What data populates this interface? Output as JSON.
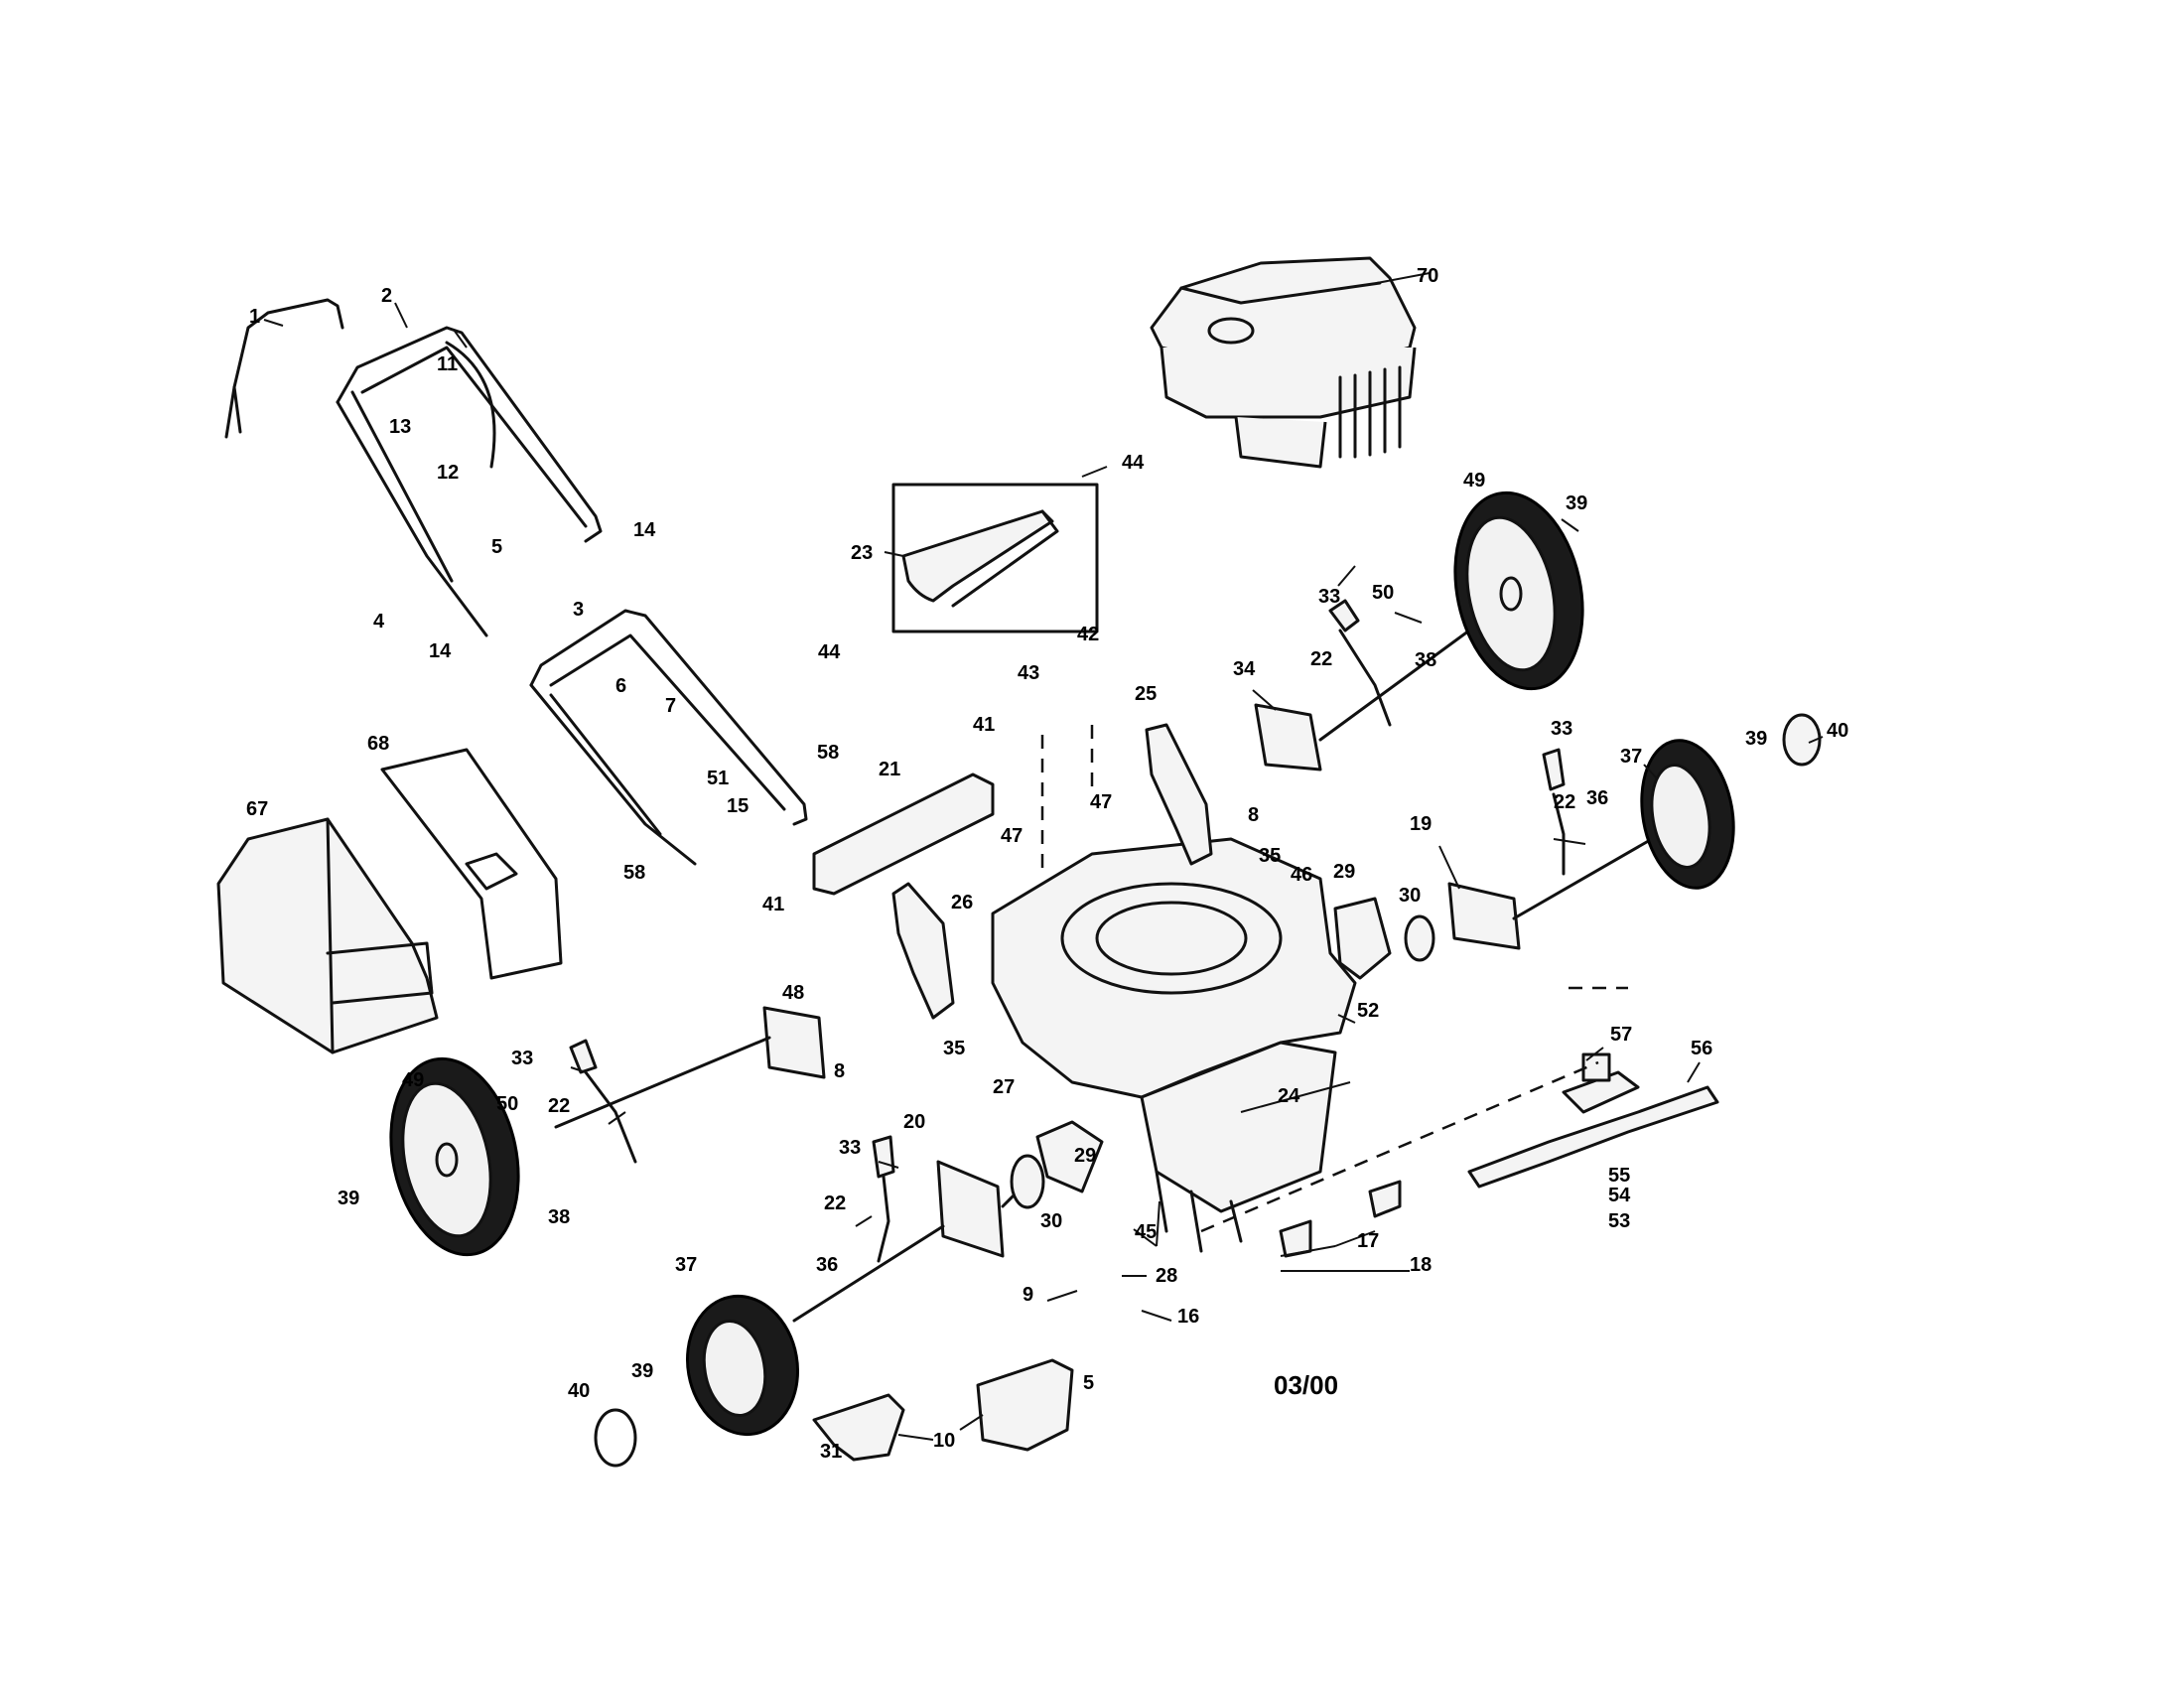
{
  "date_code": "03/00",
  "callouts": {
    "c1": "1",
    "c2": "2",
    "c3": "3",
    "c4": "4",
    "c5a": "5",
    "c5b": "5",
    "c6": "6",
    "c7": "7",
    "c8a": "8",
    "c8b": "8",
    "c9": "9",
    "c10": "10",
    "c11": "11",
    "c12": "12",
    "c13": "13",
    "c14a": "14",
    "c14b": "14",
    "c15": "15",
    "c16": "16",
    "c17": "17",
    "c18": "18",
    "c19": "19",
    "c20": "20",
    "c21": "21",
    "c22a": "22",
    "c22b": "22",
    "c22c": "22",
    "c22d": "22",
    "c23": "23",
    "c24": "24",
    "c25": "25",
    "c26": "26",
    "c27": "27",
    "c28": "28",
    "c29a": "29",
    "c29b": "29",
    "c30a": "30",
    "c30b": "30",
    "c31": "31",
    "c33a": "33",
    "c33b": "33",
    "c33c": "33",
    "c33d": "33",
    "c34": "34",
    "c35a": "35",
    "c35b": "35",
    "c36a": "36",
    "c36b": "36",
    "c37a": "37",
    "c37b": "37",
    "c38a": "38",
    "c38b": "38",
    "c39a": "39",
    "c39b": "39",
    "c39c": "39",
    "c39d": "39",
    "c40a": "40",
    "c40b": "40",
    "c41a": "41",
    "c41b": "41",
    "c42": "42",
    "c43": "43",
    "c44a": "44",
    "c44b": "44",
    "c45": "45",
    "c46": "46",
    "c47a": "47",
    "c47b": "47",
    "c48": "48",
    "c49a": "49",
    "c49b": "49",
    "c50a": "50",
    "c50b": "50",
    "c51": "51",
    "c52": "52",
    "c53": "53",
    "c54": "54",
    "c55": "55",
    "c56": "56",
    "c57": "57",
    "c58a": "58",
    "c58b": "58",
    "c67": "67",
    "c68": "68",
    "c70": "70"
  }
}
